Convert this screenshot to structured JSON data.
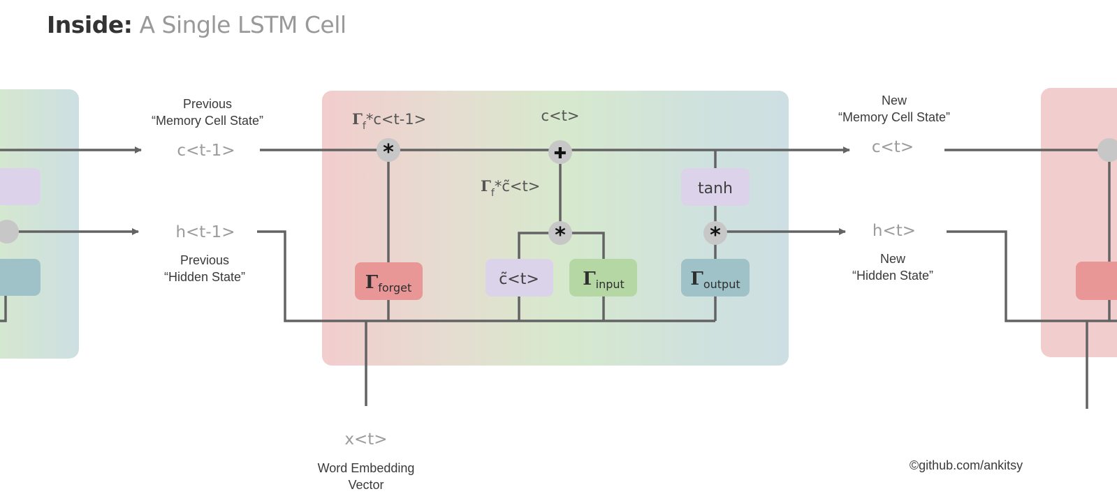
{
  "title": {
    "lead": "Inside:",
    "rest": "A Single LSTM Cell"
  },
  "labels": {
    "prev_cell_caption_1": "Previous",
    "prev_cell_caption_2": "“Memory Cell  State”",
    "prev_cell": "c<t-1>",
    "prev_hidden": "h<t-1>",
    "prev_hidden_caption_1": "Previous",
    "prev_hidden_caption_2": "“Hidden State”",
    "new_cell_caption_1": "New",
    "new_cell_caption_2": "“Memory Cell  State”",
    "new_cell": "c<t>",
    "new_hidden": "h<t>",
    "new_hidden_caption_1": "New",
    "new_hidden_caption_2": "“Hidden State”",
    "input": "x<t>",
    "input_caption_1": "Word Embedding",
    "input_caption_2": "Vector",
    "cell_state_mid": "c<t>",
    "forget_product_gamma": "Γ",
    "forget_product_sub": "f",
    "forget_product_rest": "*c<t-1>",
    "candidate_product_gamma": "Γ",
    "candidate_product_sub": "f",
    "candidate_product_rest": "*c̃<t>",
    "credit": "©github.com/ankitsy"
  },
  "boxes": {
    "tanh": "tanh",
    "candidate": "c̃<t>",
    "gamma": "Γ",
    "forget_sub": "forget",
    "input_sub": "input",
    "output_sub": "output"
  },
  "operators": {
    "multiply": "*",
    "add": "✚"
  },
  "colors": {
    "cell_gradient": [
      "#f2cdcd",
      "#e5ddd0",
      "#d6e9cd",
      "#d0e2dc",
      "#cddfe2"
    ],
    "forget_gate": "#e89696",
    "input_gate": "#b4d7a4",
    "output_gate": "#9ec2c8",
    "candidate_box": "#dbd3ea",
    "tanh_box": "#dcd3ea",
    "operator_circle": "#c7c7c7",
    "wire": "#636363"
  }
}
